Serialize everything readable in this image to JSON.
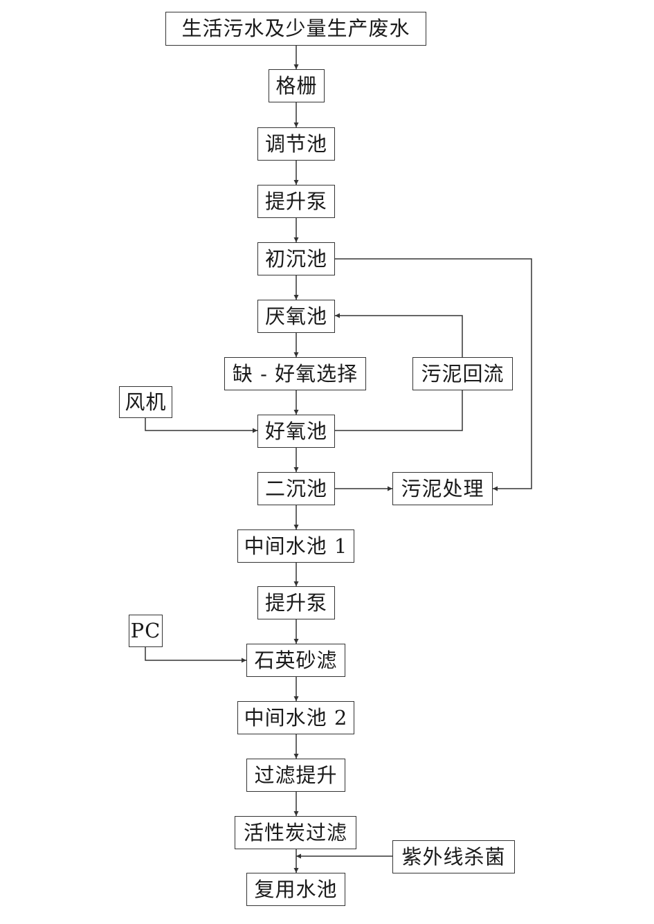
{
  "diagram": {
    "nodes": {
      "source": "生活污水及少量生产废水",
      "grille": "格栅",
      "equalization_tank": "调节池",
      "lift_pump_1": "提升泵",
      "primary_settling": "初沉池",
      "anaerobic_tank": "厌氧池",
      "anoxic_aerobic_selector": "缺 - 好氧选择",
      "sludge_return": "污泥回流",
      "blower": "风机",
      "aerobic_tank": "好氧池",
      "secondary_settling": "二沉池",
      "sludge_treatment": "污泥处理",
      "intermediate_tank_1": "中间水池 1",
      "lift_pump_2": "提升泵",
      "pc": "PC",
      "quartz_sand_filter": "石英砂滤",
      "intermediate_tank_2": "中间水池 2",
      "filter_lift": "过滤提升",
      "activated_carbon_filter": "活性炭过滤",
      "uv_sterilization": "紫外线杀菌",
      "reuse_tank": "复用水池"
    },
    "edges": [
      [
        "source",
        "grille"
      ],
      [
        "grille",
        "equalization_tank"
      ],
      [
        "equalization_tank",
        "lift_pump_1"
      ],
      [
        "lift_pump_1",
        "primary_settling"
      ],
      [
        "primary_settling",
        "anaerobic_tank"
      ],
      [
        "anaerobic_tank",
        "anoxic_aerobic_selector"
      ],
      [
        "anoxic_aerobic_selector",
        "aerobic_tank"
      ],
      [
        "aerobic_tank",
        "secondary_settling"
      ],
      [
        "secondary_settling",
        "intermediate_tank_1"
      ],
      [
        "intermediate_tank_1",
        "lift_pump_2"
      ],
      [
        "lift_pump_2",
        "quartz_sand_filter"
      ],
      [
        "quartz_sand_filter",
        "intermediate_tank_2"
      ],
      [
        "intermediate_tank_2",
        "filter_lift"
      ],
      [
        "filter_lift",
        "activated_carbon_filter"
      ],
      [
        "activated_carbon_filter",
        "reuse_tank"
      ],
      [
        "blower",
        "aerobic_tank"
      ],
      [
        "pc",
        "quartz_sand_filter"
      ],
      [
        "uv_sterilization",
        "reuse_tank"
      ],
      [
        "secondary_settling",
        "sludge_treatment"
      ],
      [
        "primary_settling",
        "sludge_treatment"
      ],
      [
        "aerobic_tank",
        "anaerobic_tank"
      ]
    ],
    "colors": {
      "line": "#333333",
      "text": "#1a1a1a",
      "background": "#ffffff"
    }
  }
}
